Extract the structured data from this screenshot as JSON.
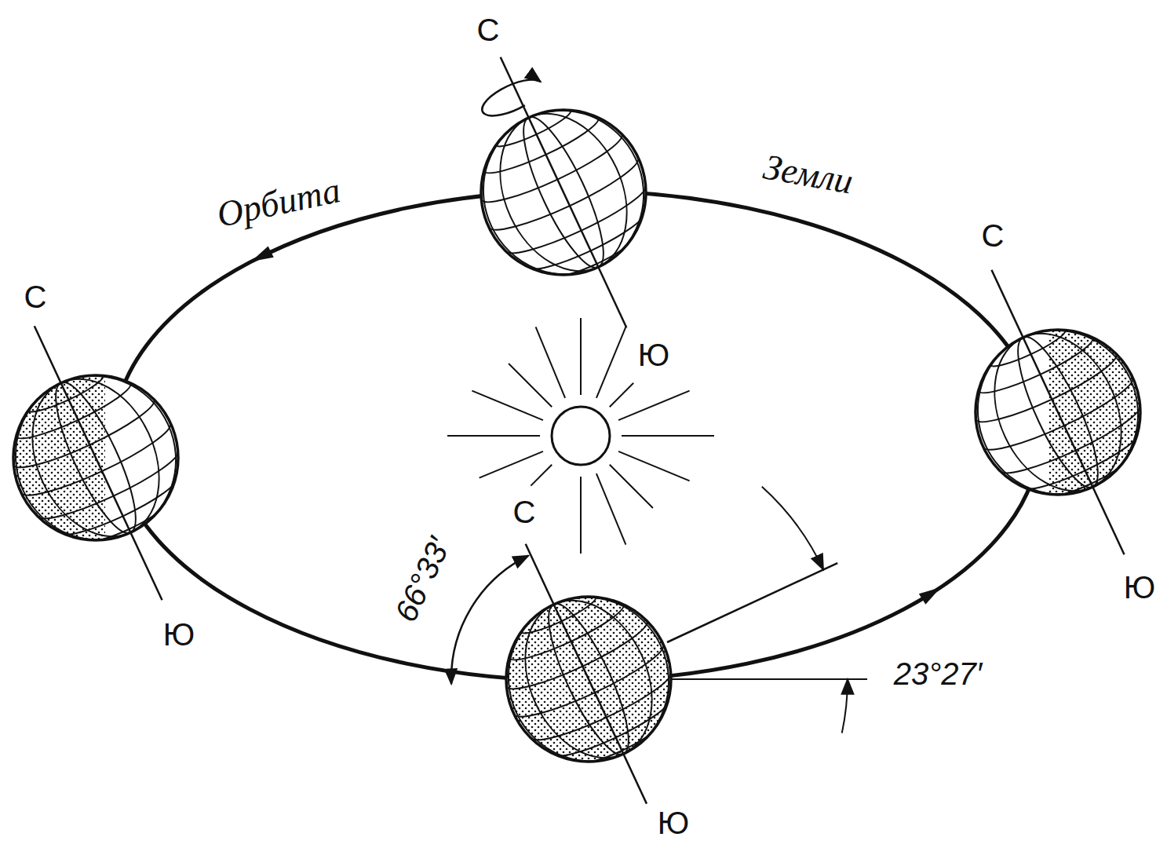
{
  "diagram": {
    "labels": [
      "С",
      "Орбита",
      "Земли",
      "С",
      "С",
      "Ю",
      "С",
      "66°33′",
      "Ю",
      "Ю",
      "23°27′",
      "Ю"
    ]
  }
}
